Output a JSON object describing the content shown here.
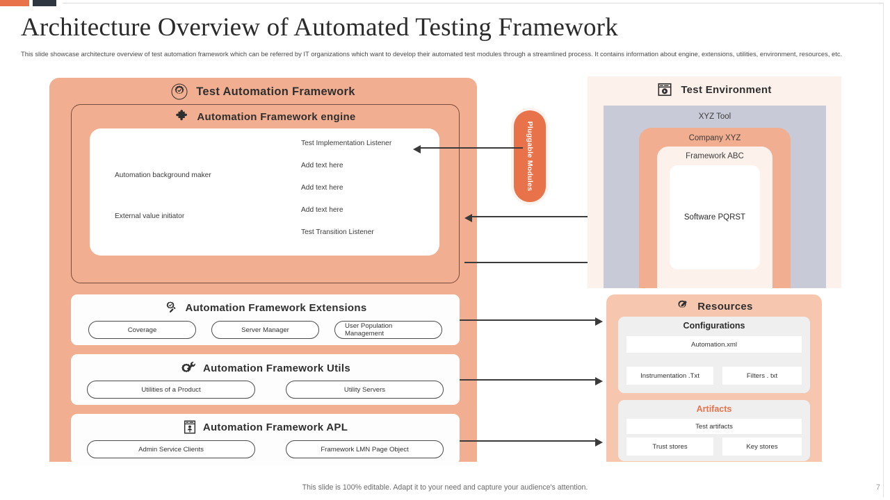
{
  "slide": {
    "title": "Architecture Overview of Automated Testing Framework",
    "subtitle": "This slide showcase architecture overview of test automation framework which can be referred by IT organizations which want to develop their automated test modules through a streamlined process. It contains information about engine, extensions, utilities, environment, resources, etc.",
    "footer_note": "This slide is 100% editable. Adapt it to your need and capture your audience's attention.",
    "page_number": "7"
  },
  "colors": {
    "accent_orange": "#E8734A",
    "panel_orange": "#F2AE90",
    "panel_peach": "#F6C6AF",
    "panel_blush": "#FDF1EC",
    "env_gray": "#C8CAD8",
    "dark": "#2E3642"
  },
  "framework": {
    "title": "Test Automation Framework",
    "icon": "gear-check-icon",
    "engine": {
      "title": "Automation Framework engine",
      "icon": "puzzle-piece-icon",
      "left_items": [
        "Automation background maker",
        "External value initiator"
      ],
      "right_items": [
        "Test Implementation  Listener",
        "Add text here",
        "Add text here",
        "Add text here",
        "Test Transition Listener"
      ]
    },
    "extensions": {
      "title": "Automation Framework Extensions",
      "icon": "gear-check-extensions-icon",
      "pills": [
        "Coverage",
        "Server Manager",
        "User Population  Management"
      ]
    },
    "utils": {
      "title": "Automation Framework Utils",
      "icon": "gear-wrench-icon",
      "pills": [
        "Utilities of a Product",
        "Utility Servers"
      ]
    },
    "apl": {
      "title": "Automation Framework APL",
      "icon": "window-user-icon",
      "pills": [
        "Admin Service Clients",
        "Framework LMN Page Object"
      ]
    }
  },
  "pluggable": {
    "label": "Pluggable Modules"
  },
  "environment": {
    "title": "Test Environment",
    "icon": "browser-play-icon",
    "layer1": "XYZ Tool",
    "layer2": "Company XYZ",
    "layer3": "Framework  ABC",
    "layer4": "Software  PQRST"
  },
  "resources": {
    "title": "Resources",
    "icon": "gear-pencil-icon",
    "configurations": {
      "title": "Configurations",
      "primary": "Automation.xml",
      "secondary": [
        "Instrumentation .Txt",
        "Filters . txt"
      ]
    },
    "artifacts": {
      "title": "Artifacts",
      "primary": "Test artifacts",
      "secondary": [
        "Trust stores",
        "Key stores"
      ]
    }
  }
}
